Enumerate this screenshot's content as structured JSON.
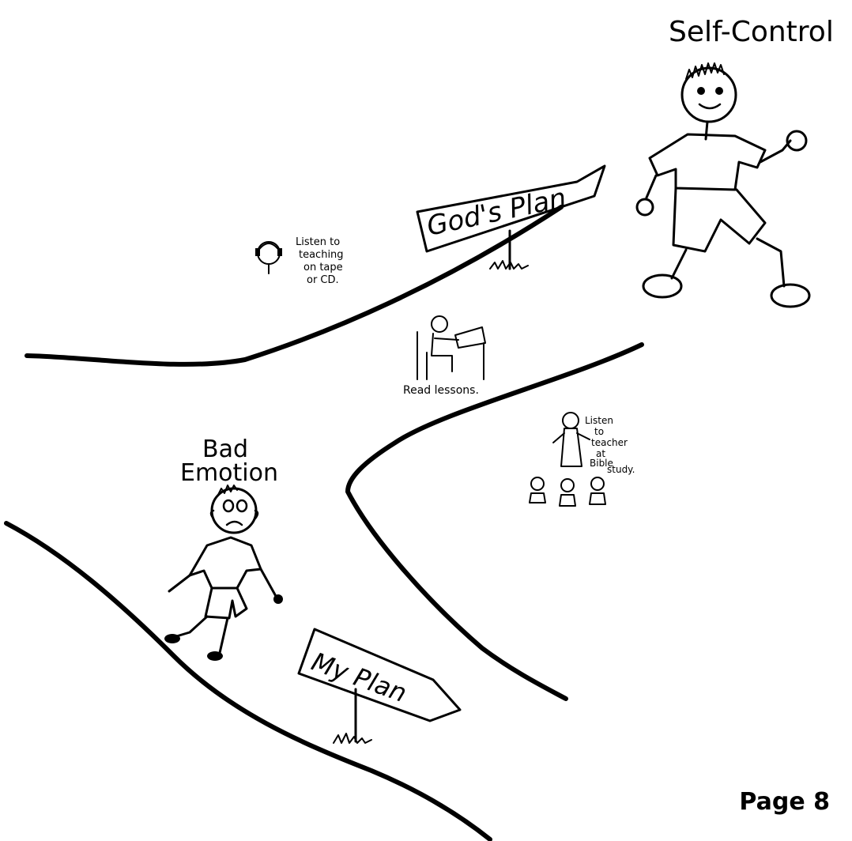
{
  "labels": {
    "self_control": "Self-Control",
    "bad_emotion_line1": "Bad",
    "bad_emotion_line2": "Emotion",
    "gods_plan": "God's Plan",
    "my_plan": "My Plan",
    "listen_tape_line1": "Listen to",
    "listen_tape_line2": "teaching",
    "listen_tape_line3": "on tape",
    "listen_tape_line4": "or CD.",
    "read_lessons": "Read lessons.",
    "listen_teacher_line1": "Listen",
    "listen_teacher_line2": "to",
    "listen_teacher_line3": "teacher",
    "listen_teacher_line4": "at",
    "listen_teacher_line5": "Bible",
    "listen_teacher_line6": "study."
  },
  "footer": {
    "page_number": "Page 8"
  },
  "colors": {
    "ink": "#000000",
    "paper": "#ffffff"
  }
}
